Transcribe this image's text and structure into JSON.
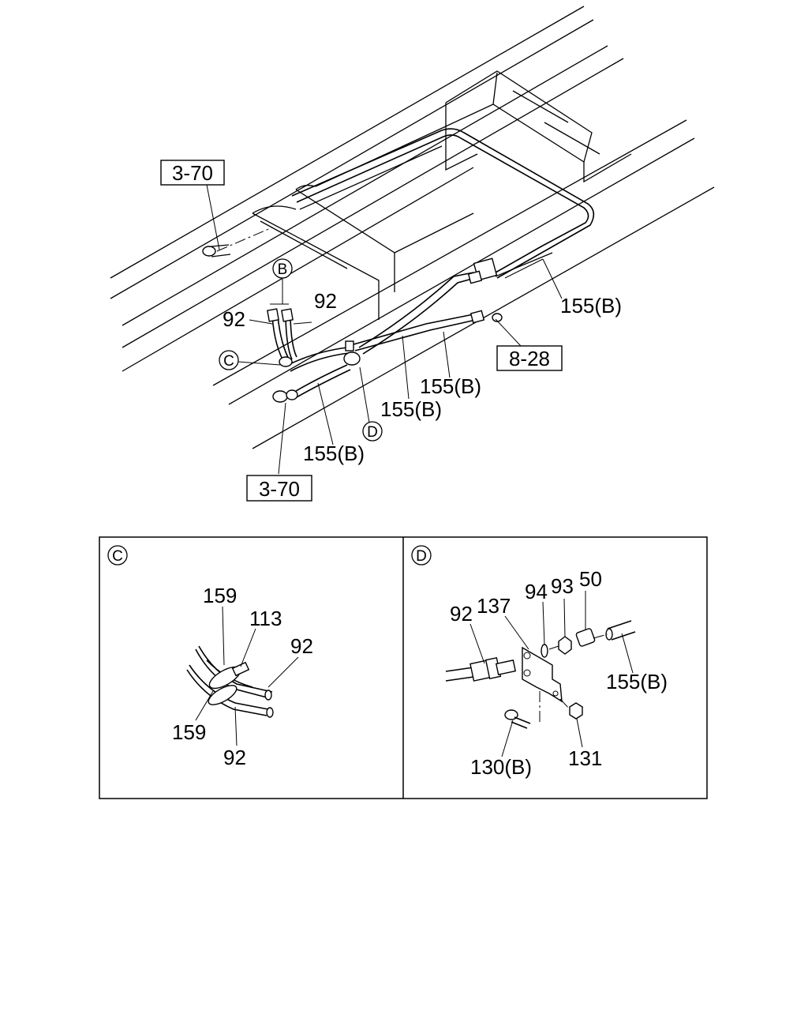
{
  "main_view": {
    "refs": {
      "ref_top": "3-70",
      "ref_bottom": "3-70",
      "ref_right": "8-28"
    },
    "callouts": {
      "b": "B",
      "c": "C",
      "d": "D"
    },
    "labels": {
      "l92_left": "92",
      "l92_right": "92",
      "l155_right": "155(B)",
      "l155_mid1": "155(B)",
      "l155_mid2": "155(B)",
      "l155_bottom": "155(B)"
    }
  },
  "detail_c": {
    "marker": "C",
    "labels": {
      "l159_top": "159",
      "l113": "113",
      "l92_right": "92",
      "l159_bottom": "159",
      "l92_bottom": "92"
    }
  },
  "detail_d": {
    "marker": "D",
    "labels": {
      "l92": "92",
      "l137": "137",
      "l94": "94",
      "l93": "93",
      "l50": "50",
      "l155": "155(B)",
      "l130": "130(B)",
      "l131": "131"
    }
  }
}
